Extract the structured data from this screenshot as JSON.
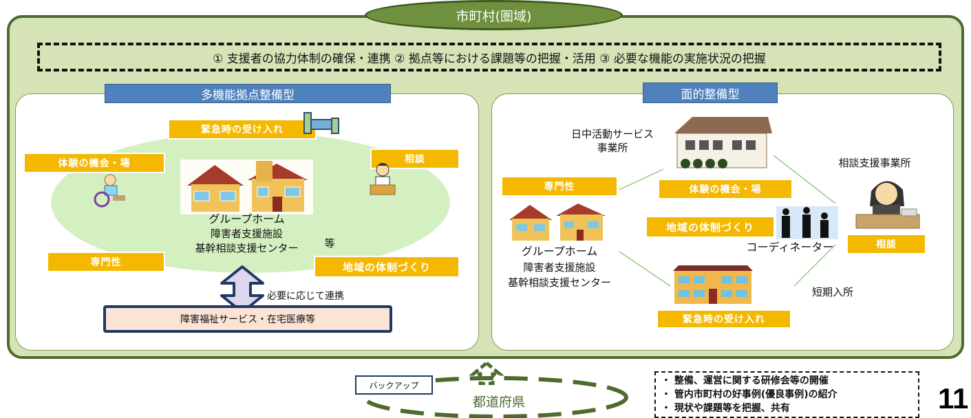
{
  "municipality": "市町村(圏域)",
  "goals": "① 支援者の協力体制の確保・連携 ② 拠点等における課題等の把握・活用 ③ 必要な機能の実施状況の把握",
  "left_panel": {
    "title": "多機能拠点整備型",
    "functions": {
      "emergency": "緊急時の受け入れ",
      "experience": "体験の機会・場",
      "consultation": "相談",
      "expertise": "専門性",
      "community": "地域の体制づくり"
    },
    "center_lines": [
      "グループホーム",
      "障害者支援施設",
      "基幹相談支援センター"
    ],
    "etc": "等",
    "link_label": "必要に応じて連携",
    "services": "障害福祉サービス・在宅医療等"
  },
  "right_panel": {
    "title": "面的整備型",
    "day_service": [
      "日中活動サービス",
      "事業所"
    ],
    "consult_office": "相談支援事業所",
    "functions": {
      "expertise": "専門性",
      "experience": "体験の機会・場",
      "community": "地域の体制づくり",
      "consultation": "相談",
      "emergency": "緊急時の受け入れ"
    },
    "coordinator": "コーディネーター",
    "center_lines": [
      "グループホーム",
      "障害者支援施設",
      "基幹相談支援センター"
    ],
    "short_stay": "短期入所"
  },
  "backup": "バックアップ",
  "prefecture": "都道府県",
  "support_items": [
    "整備、運営に関する研修会等の開催",
    "管内市町村の好事例(優良事例)の紹介",
    "現状や課題等を把握、共有"
  ],
  "page_number": "11",
  "colors": {
    "frame": "#4d6b2e",
    "frame_fill": "#d5e3b7",
    "title_blue": "#4f81bd",
    "orange": "#f5b800"
  }
}
